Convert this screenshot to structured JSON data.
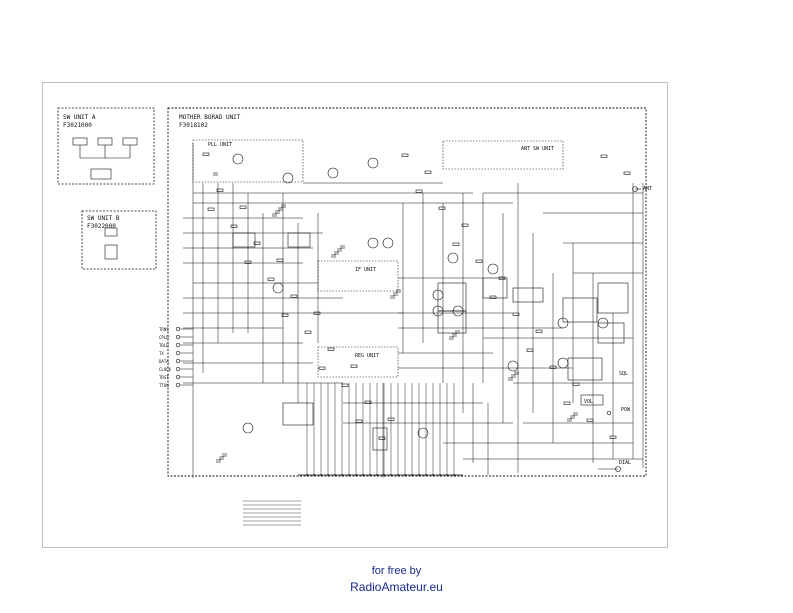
{
  "sw_unit_a": {
    "title": "SW UNIT A",
    "code": "F3021000"
  },
  "sw_unit_b": {
    "title": "SW UNIT B",
    "code": "F3022000"
  },
  "mother_board": {
    "title": "MOTHER BORAD UNIT",
    "code": "F3018102"
  },
  "sub_units": {
    "pll": "PLL UNIT",
    "ant_sw": "ANT SW UNIT",
    "if": "IF UNIT",
    "reg": "REG UNIT"
  },
  "terminals": {
    "ant": "ANT",
    "sql": "SQL",
    "vol": "VOL",
    "pow": "POW",
    "dial": "DIAL"
  },
  "connector_pins": [
    "TRNS",
    "CPLD",
    "TRLD",
    "TX",
    "DATA",
    "CLOCK",
    "TRST",
    "TTUN"
  ],
  "footer": {
    "line1": "for free by",
    "line2": "RadioAmateur.eu"
  }
}
